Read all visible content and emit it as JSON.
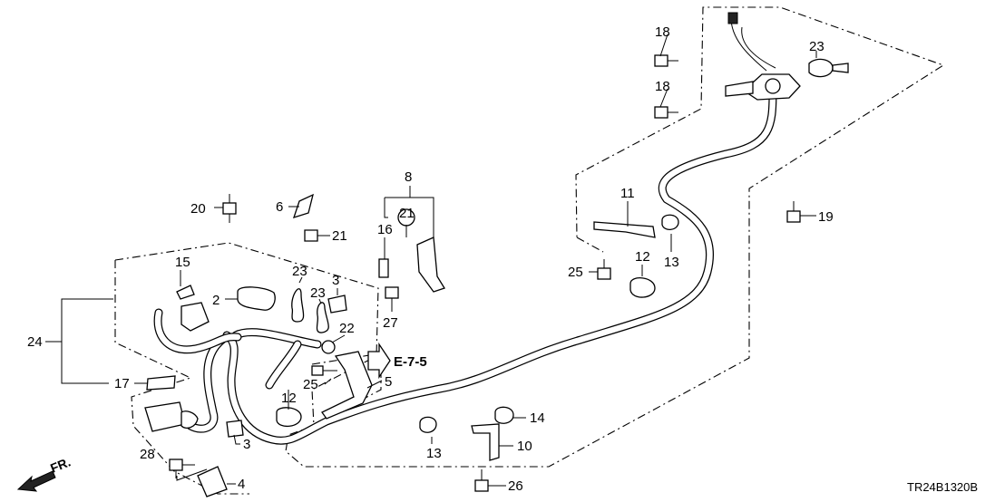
{
  "diagram": {
    "drawing_code": "TR24B1320B",
    "reference": "E-7-5",
    "direction_label": "FR.",
    "callouts": [
      "2",
      "3",
      "3",
      "4",
      "5",
      "6",
      "8",
      "10",
      "11",
      "12",
      "12",
      "13",
      "13",
      "14",
      "15",
      "16",
      "17",
      "18",
      "18",
      "19",
      "20",
      "21",
      "21",
      "22",
      "23",
      "23",
      "23",
      "24",
      "25",
      "25",
      "26",
      "27",
      "28"
    ]
  }
}
